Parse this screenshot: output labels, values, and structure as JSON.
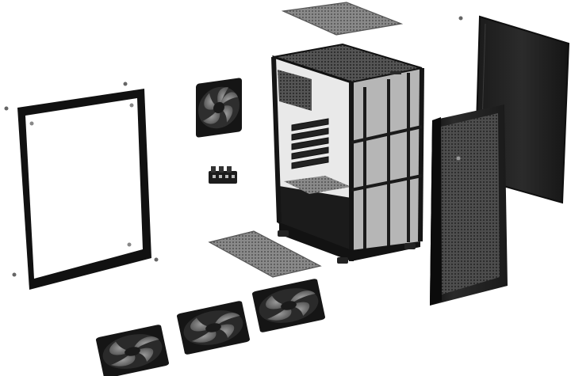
{
  "scene": {
    "subject": "exploded-pc-case",
    "background_color": "#ffffff",
    "panel_color": "#1c1c1c",
    "mesh_color": "#3a3a3a",
    "fan_blade_color": "#7a7a7a",
    "glass_color": "#ffffff"
  },
  "components": [
    {
      "name": "top-dust-filter"
    },
    {
      "name": "tempered-glass-side-panel"
    },
    {
      "name": "rear-exhaust-fan"
    },
    {
      "name": "fan-hub-connector"
    },
    {
      "name": "chassis-frame"
    },
    {
      "name": "bottom-dust-filter"
    },
    {
      "name": "front-mesh-panel"
    },
    {
      "name": "right-side-panel"
    },
    {
      "name": "front-intake-fan-1"
    },
    {
      "name": "front-intake-fan-2"
    },
    {
      "name": "front-intake-fan-3"
    }
  ]
}
